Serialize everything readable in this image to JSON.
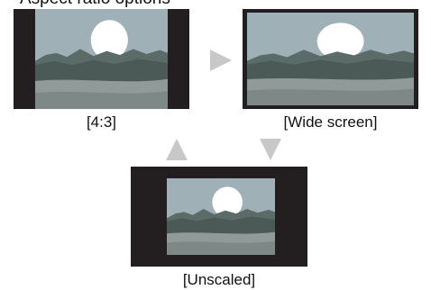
{
  "top_text": "Aspect ratio options",
  "modes": [
    {
      "label": "[4:3]"
    },
    {
      "label": "[Wide screen]"
    },
    {
      "label": "[Unscaled]"
    }
  ],
  "colors": {
    "frame": "#231f20",
    "sky": "#9fb0b6",
    "sun": "#ffffff",
    "mountain_back": "#5b6b68",
    "mountain_front": "#4b5957",
    "ground_light": "#8f9a99",
    "ground_mid": "#7d8887",
    "arrow": "#c8c8c8"
  },
  "icons": [
    "arrow-right-icon",
    "arrow-up-icon",
    "arrow-down-icon"
  ]
}
